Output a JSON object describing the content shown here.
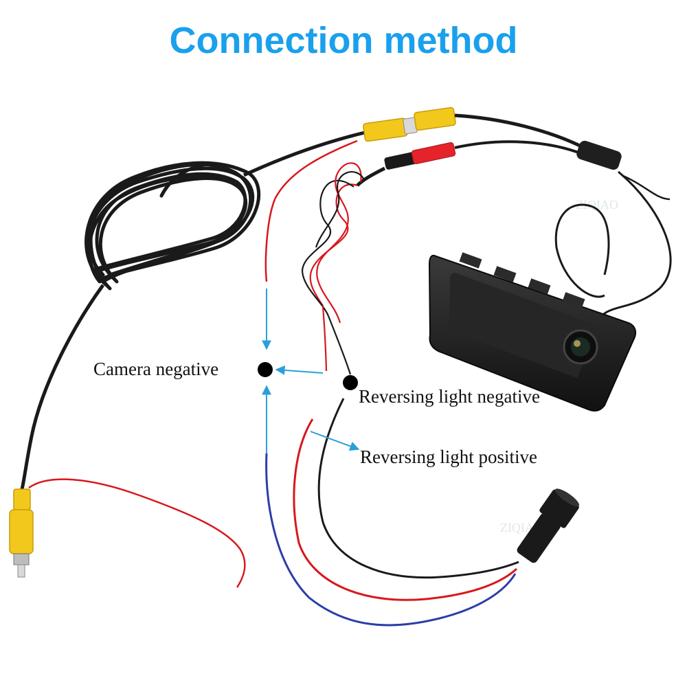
{
  "title": "Connection method",
  "labels": {
    "camera_negative": "Camera negative",
    "reversing_light_negative": "Reversing light negative",
    "reversing_light_positive": "Reversing light positive"
  },
  "watermark": "ZIQIAO",
  "colors": {
    "title": "#1aa0ec",
    "arrow": "#2a9fd8",
    "cable_black": "#1a1a1a",
    "wire_red": "#d8171c",
    "wire_blue": "#2b3da8",
    "rca_yellow": "#f2c81d",
    "rca_red": "#e4242a"
  }
}
